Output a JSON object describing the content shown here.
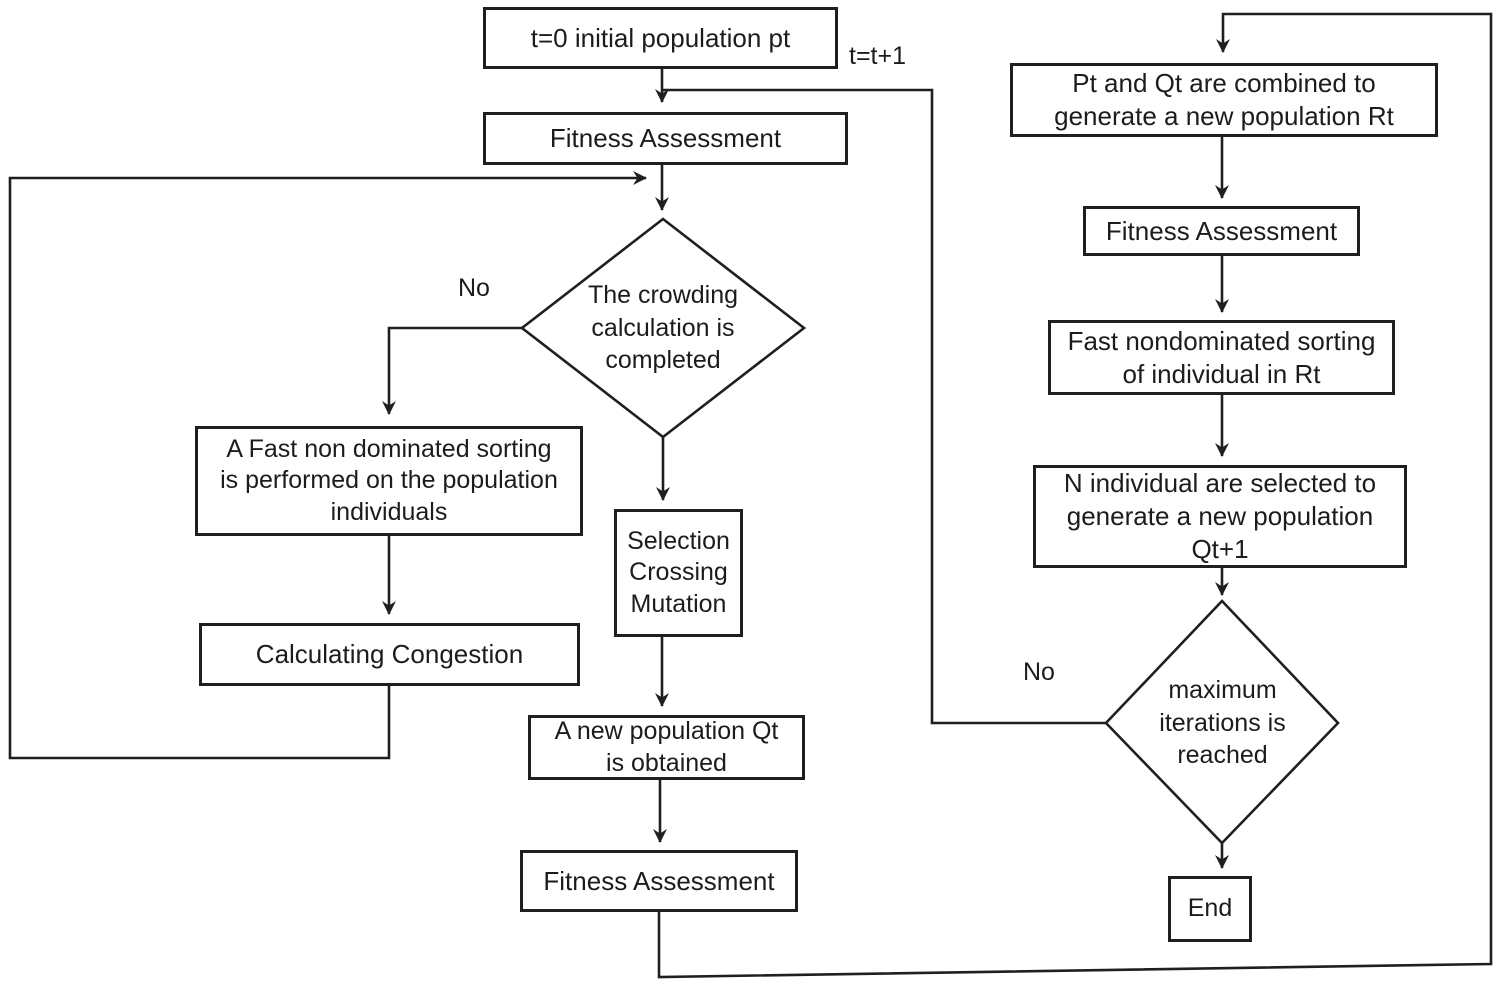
{
  "colors": {
    "stroke": "#1f1f1f",
    "text": "#1c1c1c",
    "node_background": "#ffffff",
    "page_background": "#ffffff"
  },
  "diagram": {
    "nodes": {
      "init": "t=0 initial population pt",
      "fitness_top": "Fitness Assessment",
      "crowding_decision": "The crowding\ncalculation is\ncompleted",
      "fast_sort_population": "A Fast non dominated sorting\nis performed on the population\nindividuals",
      "calculating_congestion": "Calculating Congestion",
      "selection_crossing_mutation": "Selection\nCrossing\nMutation",
      "new_population_qt": "A new population Qt\nis obtained",
      "fitness_bottom": "Fitness Assessment",
      "pt_qt_combined": "Pt and Qt are combined to\ngenerate a new population Rt",
      "fitness_right": "Fitness Assessment",
      "fast_sort_rt": "Fast nondominated sorting\nof individual in Rt",
      "n_individual_selected": "N individual are selected to\ngenerate a new population\nQt+1",
      "max_iterations_decision": "maximum\niterations is\nreached",
      "end": "End"
    },
    "edge_labels": {
      "t_increment": "t=t+1",
      "no_crowding": "No",
      "no_max_iterations": "No"
    }
  }
}
